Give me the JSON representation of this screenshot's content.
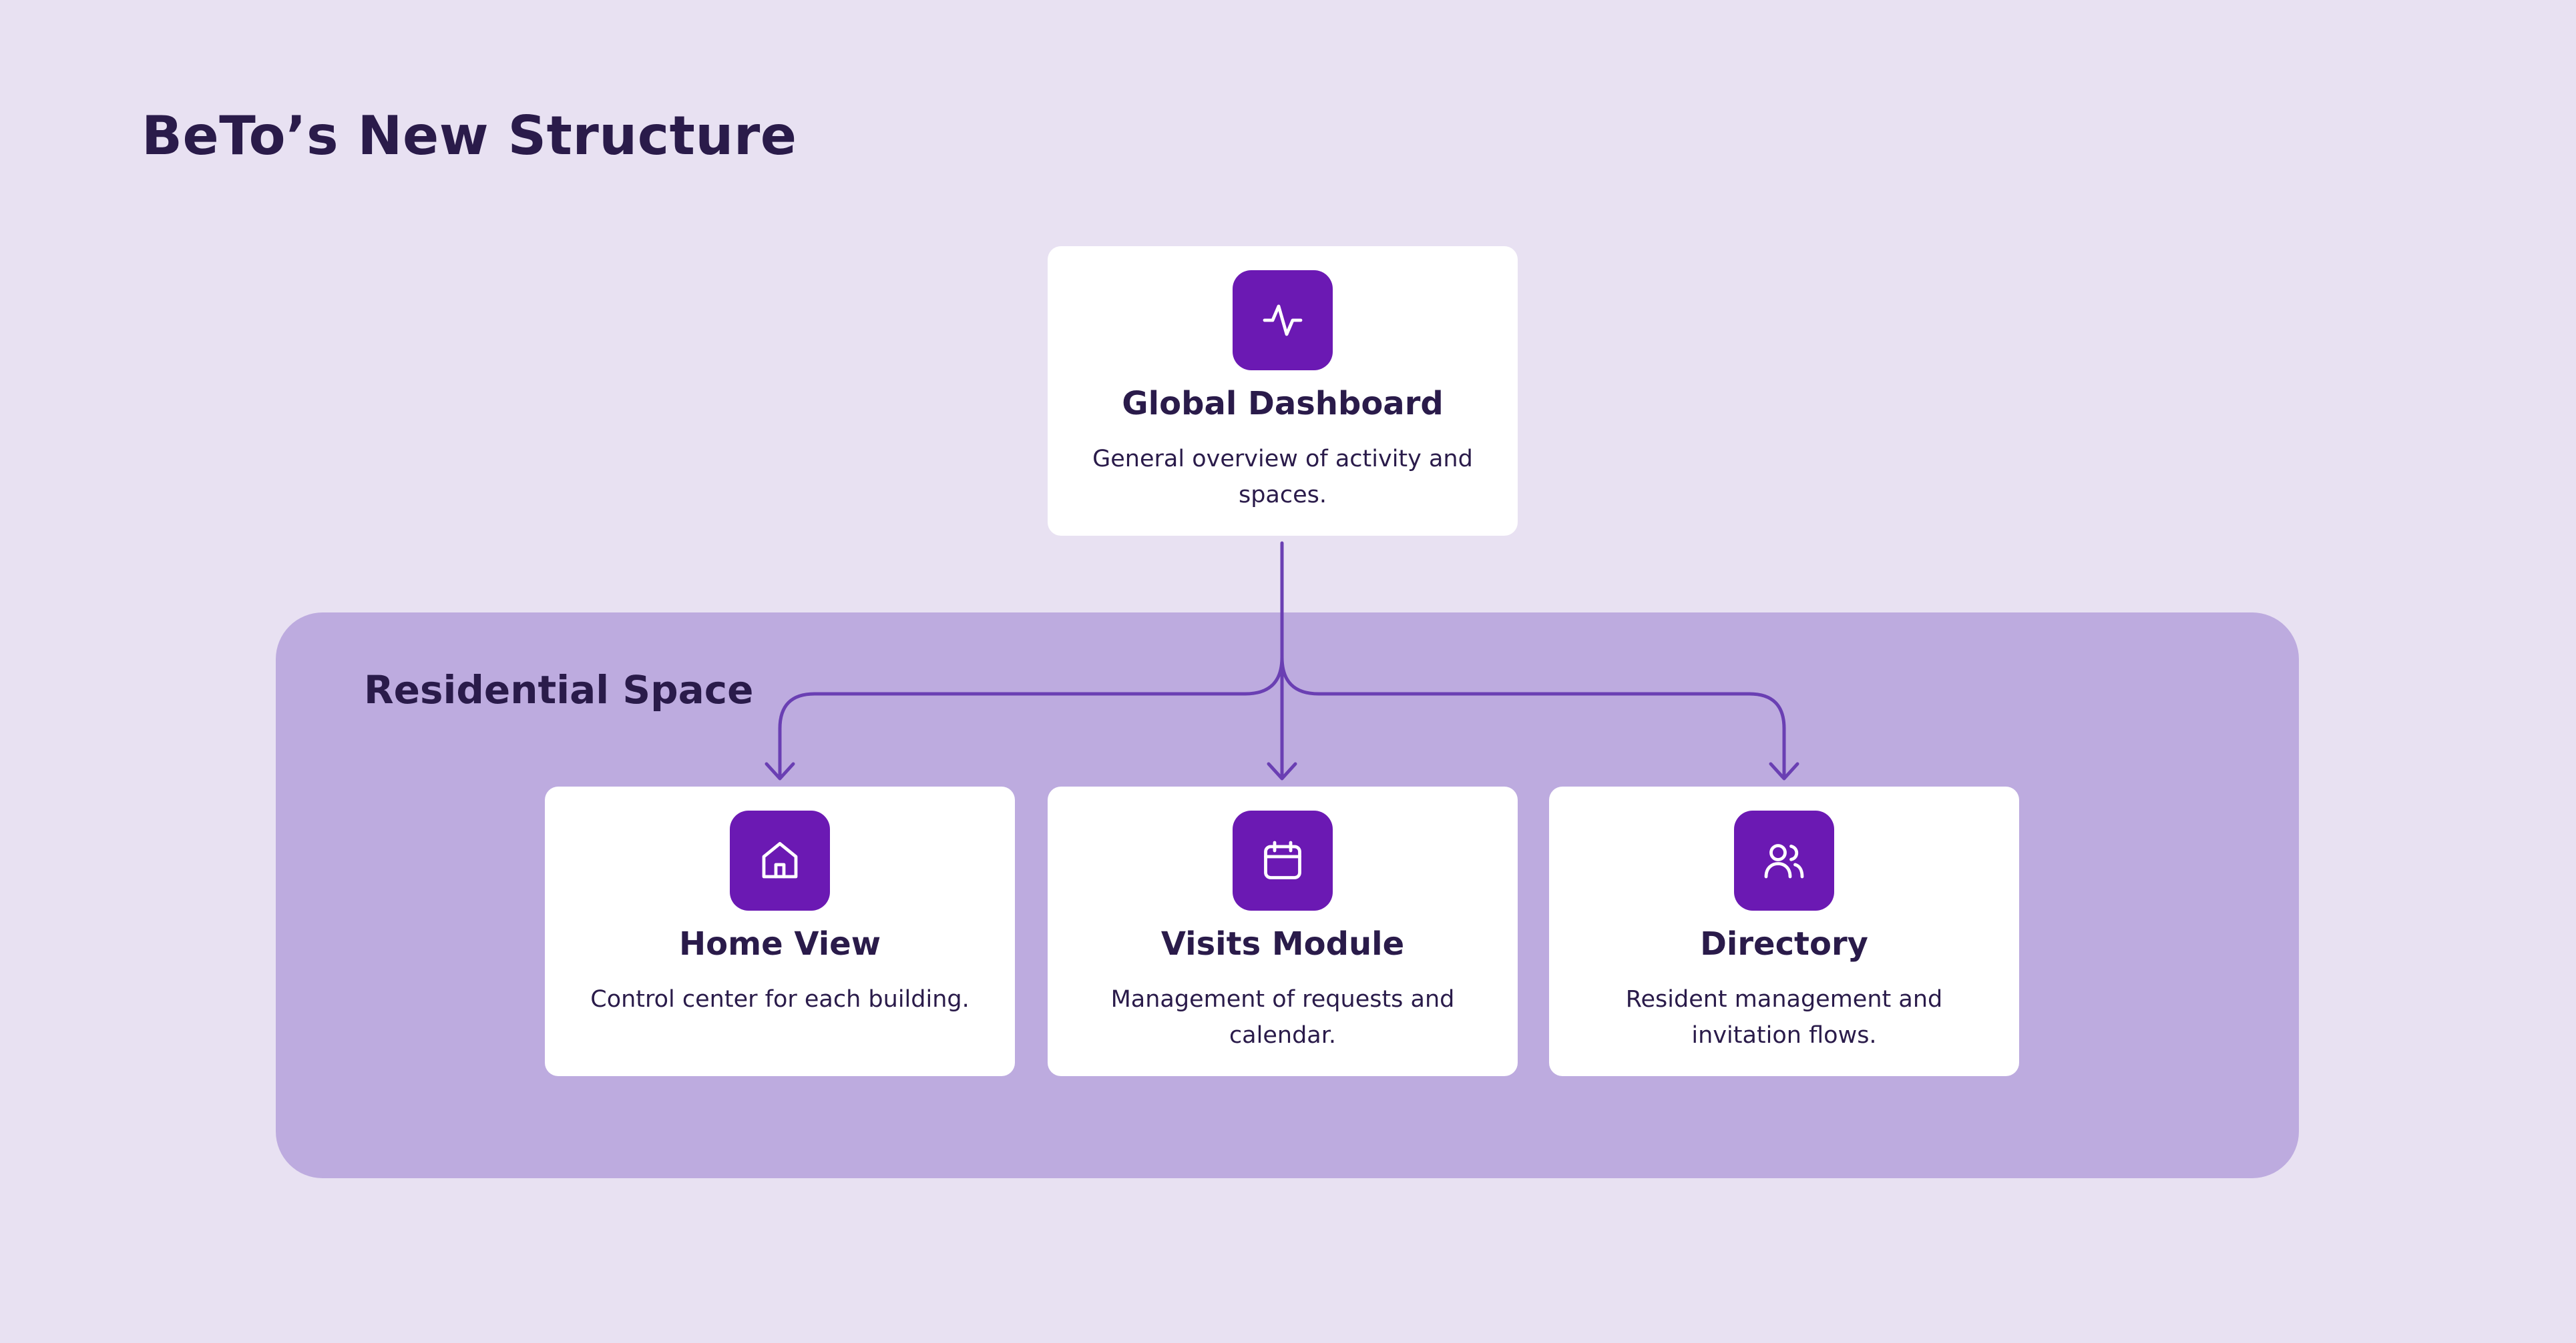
{
  "page": {
    "title": "BeTo’s New Structure"
  },
  "region": {
    "label": "Residential Space"
  },
  "colors": {
    "background": "#e8e1f2",
    "region": "#bdabdf",
    "icon_tile": "#6b19b3",
    "connector": "#6a3fb3",
    "text": "#2a1b4a"
  },
  "nodes": {
    "global": {
      "title": "Global Dashboard",
      "description": "General overview of activity and spaces.",
      "icon": "activity-pulse-icon"
    },
    "home": {
      "title": "Home View",
      "description": "Control center for each building.",
      "icon": "house-icon"
    },
    "visits": {
      "title": "Visits Module",
      "description": "Management of requests and calendar.",
      "icon": "calendar-icon"
    },
    "directory": {
      "title": "Directory",
      "description": "Resident management and invitation flows.",
      "icon": "users-icon"
    }
  },
  "edges": [
    {
      "from": "Global Dashboard",
      "to": "Home View"
    },
    {
      "from": "Global Dashboard",
      "to": "Visits Module"
    },
    {
      "from": "Global Dashboard",
      "to": "Directory"
    }
  ]
}
